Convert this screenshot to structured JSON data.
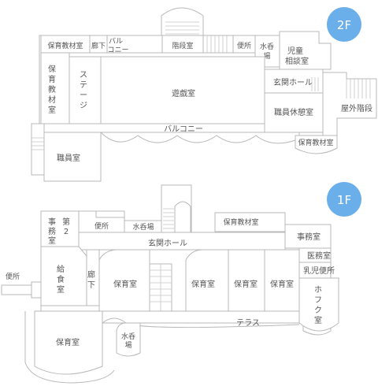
{
  "floor2": {
    "badge": "2F",
    "badge_color": "#6aaeea",
    "rooms": {
      "storage_top": "保育教材室",
      "corridor": "廊下",
      "balcony_small_1": "バル",
      "balcony_small_2": "コニー",
      "stair_room": "階段室",
      "toilet": "便所",
      "drinking_1": "水呑",
      "drinking_2": "場",
      "consult_1": "児童",
      "consult_2": "相談室",
      "storage_left_1": "保",
      "storage_left_2": "育",
      "storage_left_3": "教",
      "storage_left_4": "材",
      "storage_left_5": "室",
      "stage_1": "ス",
      "stage_2": "テ",
      "stage_3": "ー",
      "stage_4": "ジ",
      "playroom": "遊戯室",
      "entrance_hall": "玄関ホール",
      "staff_rest": "職員休憩室",
      "outdoor_stair": "屋外階段",
      "balcony": "バルコニー",
      "storage_right": "保育教材室",
      "staff_room": "職員室"
    }
  },
  "floor1": {
    "badge": "1F",
    "badge_color": "#6aaeea",
    "rooms": {
      "office2_1": "事",
      "office2_2": "務",
      "office2_3": "室",
      "office2_4": "第",
      "office2_5": "2",
      "toilet_top": "便所",
      "drinking_top": "水呑場",
      "storage": "保育教材室",
      "office": "事務室",
      "entrance_hall": "玄関ホール",
      "medical": "医務室",
      "infant_toilet": "乳児便所",
      "toilet_left": "便所",
      "kitchen_1": "給",
      "kitchen_2": "食",
      "kitchen_3": "室",
      "corridor_1": "廊",
      "corridor_2": "下",
      "nursery_1": "保育室",
      "nursery_2": "保育室",
      "nursery_3": "保育室",
      "nursery_4": "保育室",
      "nursery_5": "保育室",
      "hofuku_1": "ホ",
      "hofuku_2": "フ",
      "hofuku_3": "ク",
      "hofuku_4": "室",
      "terrace": "テラス",
      "drinking_bottom_1": "水呑",
      "drinking_bottom_2": "場"
    }
  }
}
